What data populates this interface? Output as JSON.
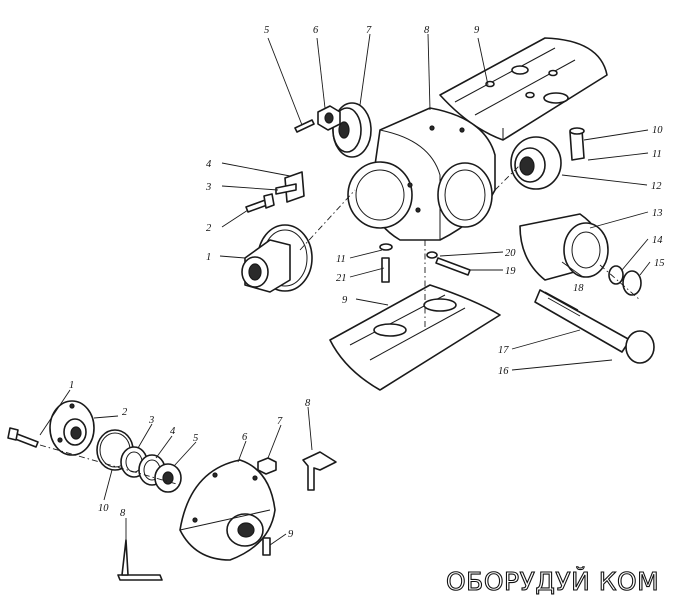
{
  "diagram": {
    "labels": {
      "top_1": "1",
      "top_2": "2",
      "top_3": "3",
      "top_4": "4",
      "top_5": "5",
      "top_6": "6",
      "top_7": "7",
      "top_8": "8",
      "top_9a": "9",
      "top_9b": "9",
      "top_10": "10",
      "top_11a": "11",
      "top_11b": "11",
      "top_12": "12",
      "top_13": "13",
      "top_14": "14",
      "top_15": "15",
      "top_16": "16",
      "top_17": "17",
      "top_18": "18",
      "top_19": "19",
      "top_20": "20",
      "top_21": "21",
      "bot_1": "1",
      "bot_2": "2",
      "bot_3": "3",
      "bot_4": "4",
      "bot_5": "5",
      "bot_6": "6",
      "bot_7": "7",
      "bot_8a": "8",
      "bot_8b": "8",
      "bot_9": "9",
      "bot_10": "10"
    },
    "watermark": "ОБОРУДУЙ КОМ"
  }
}
